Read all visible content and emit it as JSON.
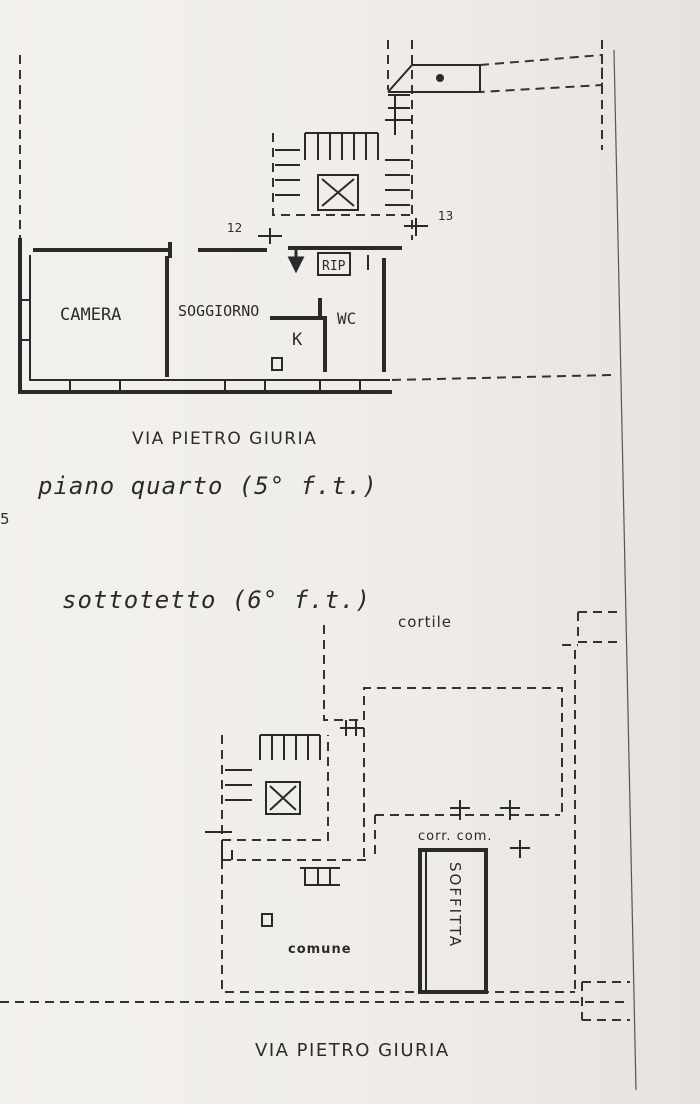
{
  "floor4": {
    "street": "VIA PIETRO GIURIA",
    "rooms": {
      "camera": "CAMERA",
      "soggiorno": "SOGGIORNO",
      "wc": "WC",
      "k": "K",
      "rip": "RIP"
    },
    "markers": {
      "a": "12",
      "b": "13"
    },
    "title": "piano quarto (5° f.t.)"
  },
  "edge_mark": "5",
  "attic": {
    "title": "sottotetto (6° f.t.)",
    "cortile": "cortile",
    "corr_com": "corr. com.",
    "soffitta": "SOFFITTA",
    "comune": "comune",
    "street": "VIA PIETRO GIURIA"
  }
}
